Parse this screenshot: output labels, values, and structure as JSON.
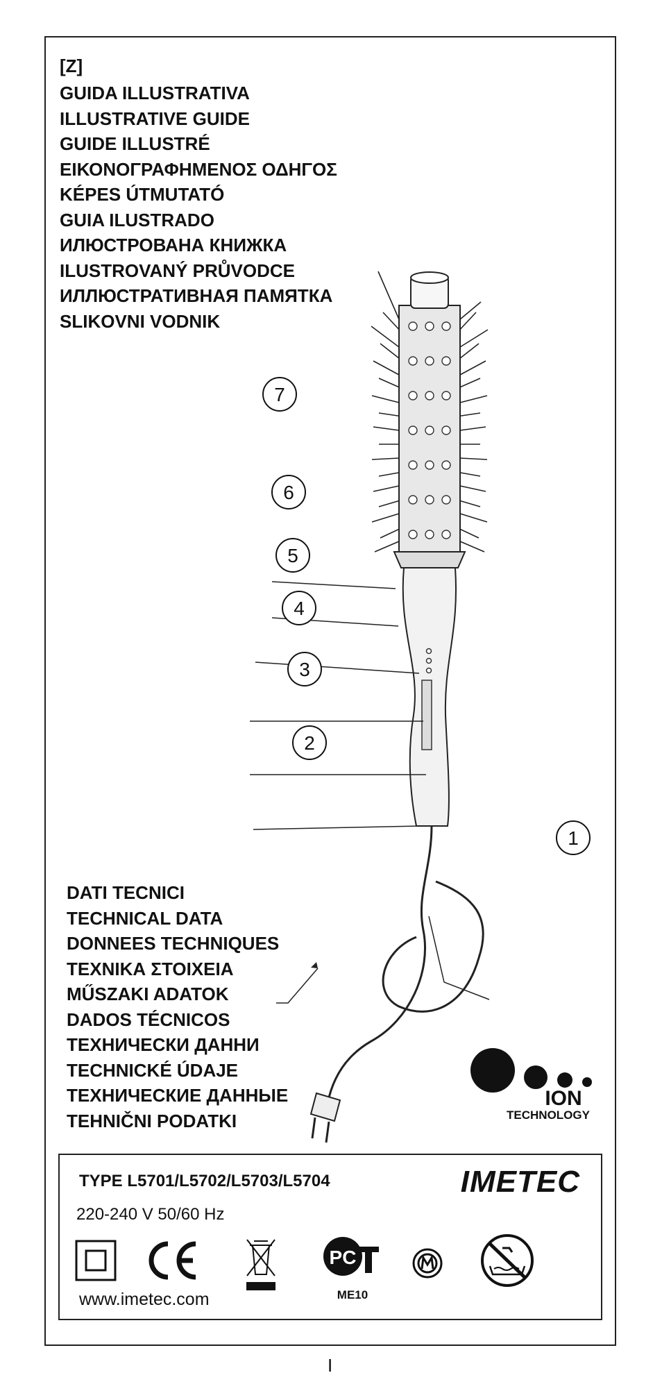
{
  "header": {
    "code": "[Z]",
    "titles": [
      "GUIDA ILLUSTRATIVA",
      "ILLUSTRATIVE GUIDE",
      "GUIDE ILLUSTRÉ",
      "ΕΙΚΟΝΟΓΡΑΦΗΜΕΝΟΣ ΟΔΗΓΟΣ",
      "KÉPES ÚTMUTATÓ",
      "GUIA ILUSTRADO",
      "ИЛЮСТРОВАНА КНИЖКА",
      "ILUSTROVANÝ PRŮVODCE",
      "ИЛЛЮСТРАТИВНАЯ ПАМЯТКА",
      "SLIKOVNI VODNIK"
    ]
  },
  "callouts": [
    "1",
    "2",
    "3",
    "4",
    "5",
    "6",
    "7"
  ],
  "technical": {
    "titles": [
      "DATI TECNICI",
      "TECHNICAL DATA",
      "DONNEES TECHNIQUES",
      "ΤΕΧΝΙΚΑ ΣΤΟΙΧΕΙΑ",
      "MŰSZAKI ADATOK",
      "DADOS TÉCNICOS",
      "ТЕХНИЧЕСКИ ДАННИ",
      "TECHNICKÉ ÚDAJE",
      "ТЕХНИЧЕСКИЕ ДАННЫЕ",
      "TEHNIČNI PODATKI"
    ]
  },
  "ion_logo": {
    "word": "ION",
    "sub": "TECHNOLOGY"
  },
  "label": {
    "type_line": "TYPE  L5701/L5702/L5703/L5704",
    "brand": "IMETEC",
    "rating": "220-240 V  50/60 Hz",
    "url": "www.imetec.com",
    "gost_code": "ME10",
    "symbols": [
      "double-insulation-icon",
      "ce-mark-icon",
      "weee-bin-icon",
      "gost-pct-icon",
      "m-mark-icon",
      "no-water-icon"
    ]
  },
  "page_number": "I",
  "colors": {
    "ink": "#111111",
    "bristle": "#222222",
    "body": "#f2f2f2"
  }
}
